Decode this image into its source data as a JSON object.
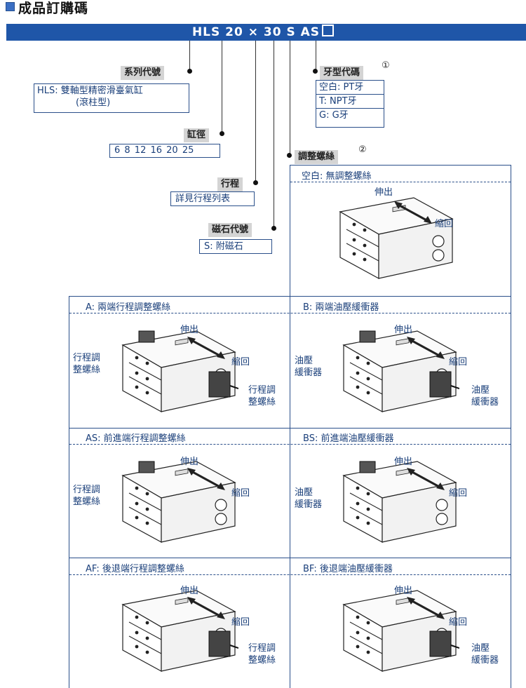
{
  "header": {
    "title": "成品訂購碼"
  },
  "code": {
    "text": "HLS 20 × 30 S AS"
  },
  "series": {
    "label": "系列代號",
    "desc_line1": "HLS: 雙軸型精密滑臺氣缸",
    "desc_line2": "(滾柱型)"
  },
  "bore": {
    "label": "缸徑",
    "values": "6  8  12  16  20  25"
  },
  "stroke": {
    "label": "行程",
    "desc": "詳見行程列表"
  },
  "magnet": {
    "label": "磁石代號",
    "desc": "S: 附磁石"
  },
  "thread": {
    "label": "牙型代碼",
    "mark": "①",
    "options": [
      "空白: PT牙",
      "T: NPT牙",
      "G: G牙"
    ]
  },
  "adjust": {
    "label": "調整螺絲",
    "mark": "②"
  },
  "panels": [
    {
      "title": "空白: 無調整螺絲",
      "extend": "伸出",
      "retract": "縮回",
      "left_note": "",
      "right_note": ""
    },
    {
      "title": "A: 兩端行程調整螺絲",
      "extend": "伸出",
      "retract": "縮回",
      "left_note": "行程調\n整螺絲",
      "right_note": "行程調\n整螺絲"
    },
    {
      "title": "B: 兩端油壓緩衝器",
      "extend": "伸出",
      "retract": "縮回",
      "left_note": "油壓\n緩衝器",
      "right_note": "油壓\n緩衝器"
    },
    {
      "title": "AS: 前進端行程調整螺絲",
      "extend": "伸出",
      "retract": "縮回",
      "left_note": "行程調\n整螺絲",
      "right_note": ""
    },
    {
      "title": "BS: 前進端油壓緩衝器",
      "extend": "伸出",
      "retract": "縮回",
      "left_note": "油壓\n緩衝器",
      "right_note": ""
    },
    {
      "title": "AF: 後退端行程調整螺絲",
      "extend": "伸出",
      "retract": "縮回",
      "left_note": "",
      "right_note": "行程調\n整螺絲"
    },
    {
      "title": "BF: 後退端油壓緩衝器",
      "extend": "伸出",
      "retract": "縮回",
      "left_note": "",
      "right_note": "油壓\n緩衝器"
    }
  ]
}
